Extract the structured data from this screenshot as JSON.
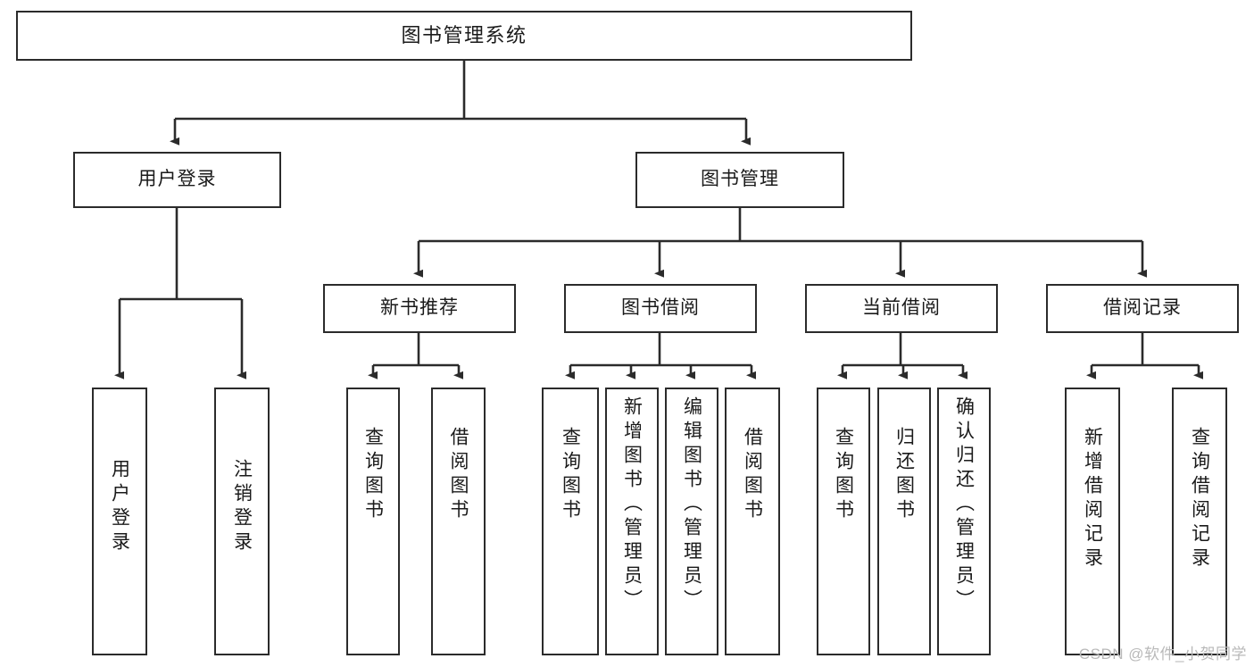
{
  "diagram": {
    "title": "图书管理系统",
    "type": "tree-hierarchy-chart",
    "background_color": "#ffffff",
    "node_border_color": "#2b2b2b",
    "text_color": "#1a1a1a",
    "edge_color": "#2b2b2b"
  },
  "root": {
    "label": "图书管理系统"
  },
  "level2": [
    {
      "label": "用户登录"
    },
    {
      "label": "图书管理"
    }
  ],
  "level3": [
    {
      "label": "新书推荐"
    },
    {
      "label": "图书借阅"
    },
    {
      "label": "当前借阅"
    },
    {
      "label": "借阅记录"
    }
  ],
  "leaves": {
    "user_login": [
      {
        "label": "用户登录"
      },
      {
        "label": "注销登录"
      }
    ],
    "new_book_recommend": [
      {
        "label": "查询图书"
      },
      {
        "label": "借阅图书"
      }
    ],
    "book_borrow": [
      {
        "label": "查询图书"
      },
      {
        "label": "新增图书（管理员）"
      },
      {
        "label": "编辑图书（管理员）"
      },
      {
        "label": "借阅图书"
      }
    ],
    "current_borrow": [
      {
        "label": "查询图书"
      },
      {
        "label": "归还图书"
      },
      {
        "label": "确认归还（管理员）"
      }
    ],
    "borrow_record": [
      {
        "label": "新增借阅记录"
      },
      {
        "label": "查询借阅记录"
      }
    ]
  },
  "watermark": {
    "text": "CSDN @软件_小贺同学"
  }
}
